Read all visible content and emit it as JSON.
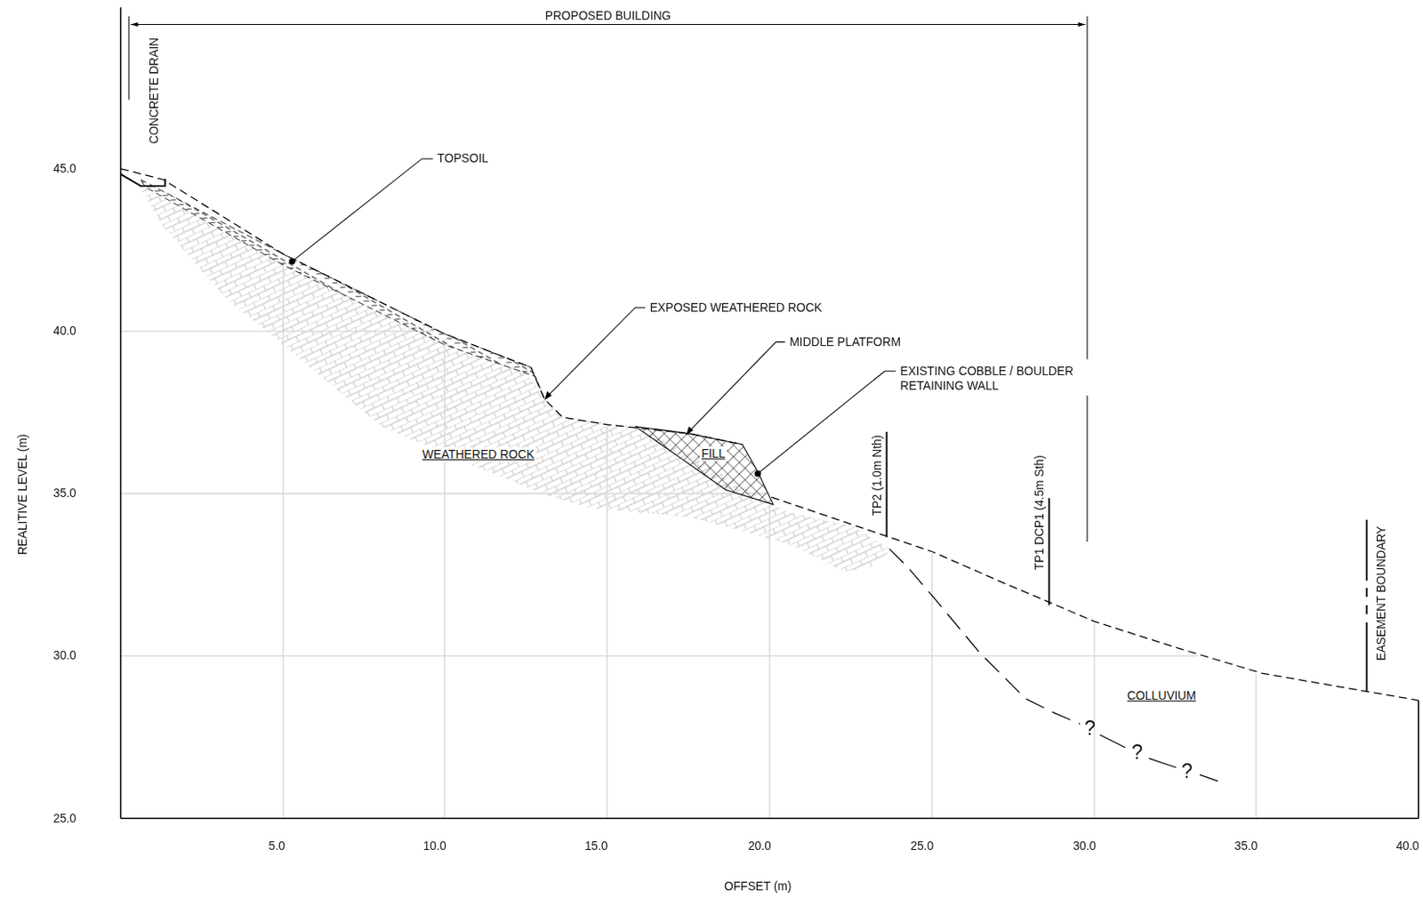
{
  "diagram": {
    "labels": [
      "PROPOSED BUILDING",
      "CONCRETE DRAIN",
      "TOPSOIL",
      "EXPOSED WEATHERED ROCK",
      "MIDDLE PLATFORM",
      "EXISTING COBBLE / BOULDER RETAINING WALL",
      "WEATHERED ROCK",
      "FILL",
      "TP2 (1.0m Nth)",
      "TP1 DCP1 (4.5m Sth)",
      "EASEMENT BOUNDARY",
      "COLLUVIUM",
      "?",
      "?",
      "?",
      "45.0",
      "40.0",
      "35.0",
      "30.0",
      "25.0",
      "5.0",
      "10.0",
      "15.0",
      "20.0",
      "25.0",
      "30.0",
      "35.0",
      "40.0",
      "REALITIVE LEVEL (m)",
      "OFFSET (m)"
    ]
  }
}
